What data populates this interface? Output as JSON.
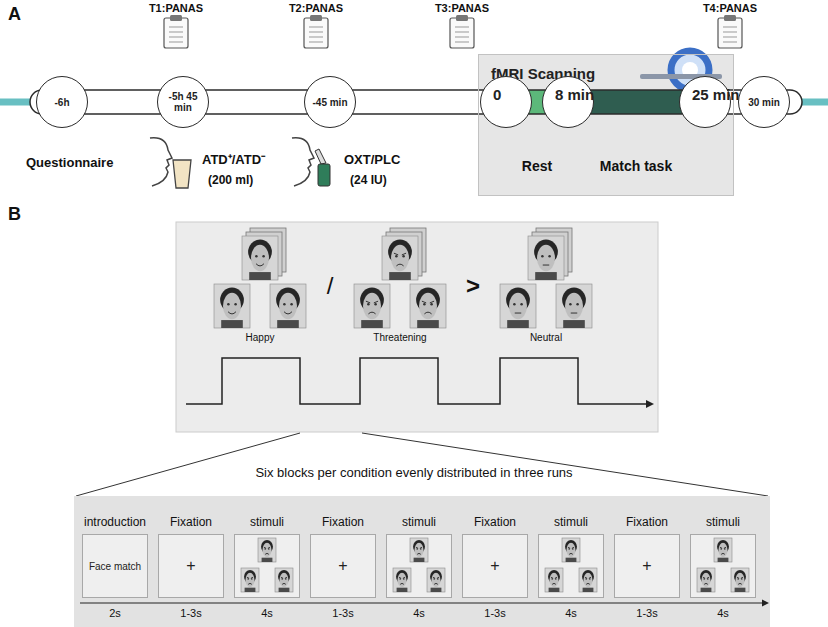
{
  "diagram": {
    "nodes": [
      {
        "text": [
          "-6h"
        ]
      },
      {
        "text": [
          "-5h 45 min"
        ]
      },
      {
        "text": [
          "-45 min"
        ]
      },
      {
        "text": [
          "fMRI Scanning"
        ]
      },
      {
        "text": [
          "0"
        ],
        "in": 3
      },
      {
        "text": [
          "8 min"
        ],
        "in": 3
      },
      {
        "text": [
          "25 min"
        ],
        "in": 3
      },
      {
        "text": [
          "30 min"
        ]
      },
      {
        "text": [
          "introduction",
          "Face match"
        ]
      },
      {
        "text": [
          "Fixation",
          "+"
        ]
      },
      {
        "text": [
          "stimuli"
        ]
      },
      {
        "text": [
          "Fixation",
          "+"
        ]
      },
      {
        "text": [
          "stimuli"
        ]
      },
      {
        "text": [
          "Fixation",
          "+"
        ]
      },
      {
        "text": [
          "stimuli"
        ]
      },
      {
        "text": [
          "Fixation",
          "+"
        ]
      },
      {
        "text": [
          "stimuli"
        ]
      }
    ],
    "edges": [
      {
        "from": 0,
        "to": 1,
        "arrow": "none"
      },
      {
        "from": 1,
        "to": 2,
        "arrow": "none"
      },
      {
        "from": 2,
        "to": 4,
        "arrow": "none"
      },
      {
        "from": 4,
        "to": 5,
        "arrow": "none"
      },
      {
        "from": 5,
        "to": 6,
        "arrow": "none"
      },
      {
        "from": 6,
        "to": 7,
        "arrow": "none"
      }
    ],
    "labels": [
      "A",
      "T1:PANAS",
      "T2:PANAS",
      "T3:PANAS",
      "T4:PANAS",
      "Questionnaire",
      "ATD⁺/ATD⁻",
      "(200 ml)",
      "OXT/PLC",
      "(24 IU)",
      "Rest",
      "Match task",
      "B",
      "Happy",
      "/",
      "Threatening",
      ">",
      "Neutral",
      "Six blocks per condition evenly distributed in three runs",
      "2s",
      "1-3s",
      "4s",
      "1-3s",
      "4s",
      "1-3s",
      "4s",
      "1-3s",
      "4s"
    ]
  }
}
